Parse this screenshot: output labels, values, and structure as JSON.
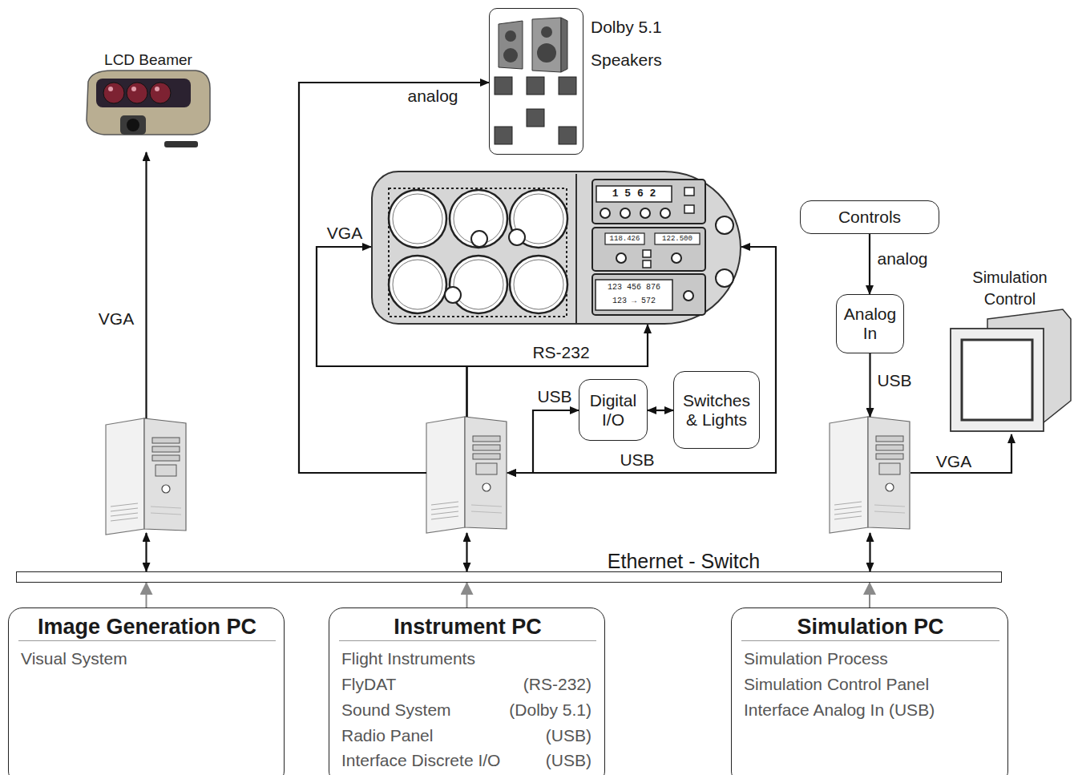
{
  "diagram": {
    "nodes": [
      {
        "text": [
          "LCD Beamer"
        ]
      },
      {
        "text": [
          "Dolby 5.1 Speakers"
        ]
      },
      {
        "text": [
          "1 5 6 2",
          "118.426",
          "122.500",
          "123 456 876",
          "123 → 572"
        ]
      },
      {
        "text": [
          "Controls"
        ]
      },
      {
        "text": [
          "Analog In"
        ]
      },
      {
        "text": [
          "Simulation Control"
        ]
      },
      {
        "text": [
          "Digital I/O"
        ]
      },
      {
        "text": [
          "Switches & Lights"
        ]
      },
      {
        "text": []
      },
      {
        "text": []
      },
      {
        "text": []
      },
      {
        "text": [
          "Ethernet - Switch"
        ]
      },
      {
        "text": [
          "Image Generation PC",
          "Visual System"
        ]
      },
      {
        "text": [
          "Instrument PC",
          "Flight Instruments",
          "FlyDAT",
          "(RS-232)",
          "Sound System",
          "(Dolby 5.1)",
          "Radio Panel",
          "(USB)",
          "Interface Discrete I/O",
          "(USB)"
        ]
      },
      {
        "text": [
          "Simulation PC",
          "Simulation Process",
          "Simulation Control Panel",
          "Interface Analog In (USB)"
        ]
      }
    ],
    "edges": [
      {
        "from": 8,
        "to": 0,
        "label": "VGA",
        "arrow": "to"
      },
      {
        "from": 9,
        "to": 1,
        "label": "analog",
        "arrow": "to"
      },
      {
        "from": 9,
        "to": 2,
        "label": "VGA",
        "arrow": "to"
      },
      {
        "from": 9,
        "to": 2,
        "label": "RS-232",
        "arrow": "to"
      },
      {
        "from": 9,
        "to": 2,
        "label": "USB",
        "arrow": "both"
      },
      {
        "from": 9,
        "to": 6,
        "label": "USB",
        "arrow": "both"
      },
      {
        "from": 6,
        "to": 7,
        "arrow": "both"
      },
      {
        "from": 3,
        "to": 4,
        "label": "analog",
        "arrow": "to"
      },
      {
        "from": 4,
        "to": 10,
        "label": "USB",
        "arrow": "to"
      },
      {
        "from": 10,
        "to": 5,
        "label": "VGA",
        "arrow": "to"
      },
      {
        "from": 8,
        "to": 11,
        "arrow": "both"
      },
      {
        "from": 9,
        "to": 11,
        "arrow": "both"
      },
      {
        "from": 10,
        "to": 11,
        "arrow": "both"
      },
      {
        "from": 12,
        "to": 11,
        "arrow": "to"
      },
      {
        "from": 13,
        "to": 11,
        "arrow": "to"
      },
      {
        "from": 14,
        "to": 11,
        "arrow": "to"
      }
    ]
  }
}
